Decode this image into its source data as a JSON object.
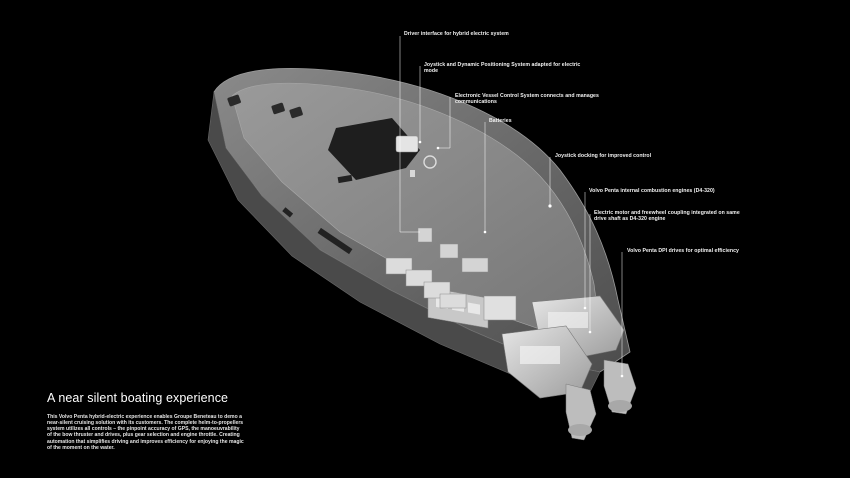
{
  "callouts": {
    "driver_interface": "Driver interface for hybrid electric system",
    "joystick_dps": "Joystick and Dynamic Positioning System adapted for electric mode",
    "evc": "Electronic Vessel Control System connects and manages communications",
    "batteries": "Batteries",
    "joystick_docking": "Joystick docking for improved control",
    "ice_engines": "Volvo Penta internal combustion engines (D4-320)",
    "electric_motor": "Electric motor and freewheel coupling integrated on same drive shaft as D4-320 engine",
    "dpi_drives": "Volvo Penta DPI drives for optimal efficiency"
  },
  "headline": "A near silent boating experience",
  "body": "This Volvo Penta hybrid-electric experience enables Groupe Beneteau to demo a near-silent cruising solution with its customers. The complete helm-to-propellers system utilizes all controls – the pinpoint accuracy of GPS, the manoeuvrability of the bow thruster and drives, plus gear selection and engine throttle. Creating automation that simplifies driving and improves efficiency for enjoying the magic of the moment on the water.",
  "colors": {
    "background": "#000000",
    "hull": "#6e6e6e",
    "deck": "#858585",
    "component": "#cfcfcf",
    "leader_line": "#ffffff"
  }
}
